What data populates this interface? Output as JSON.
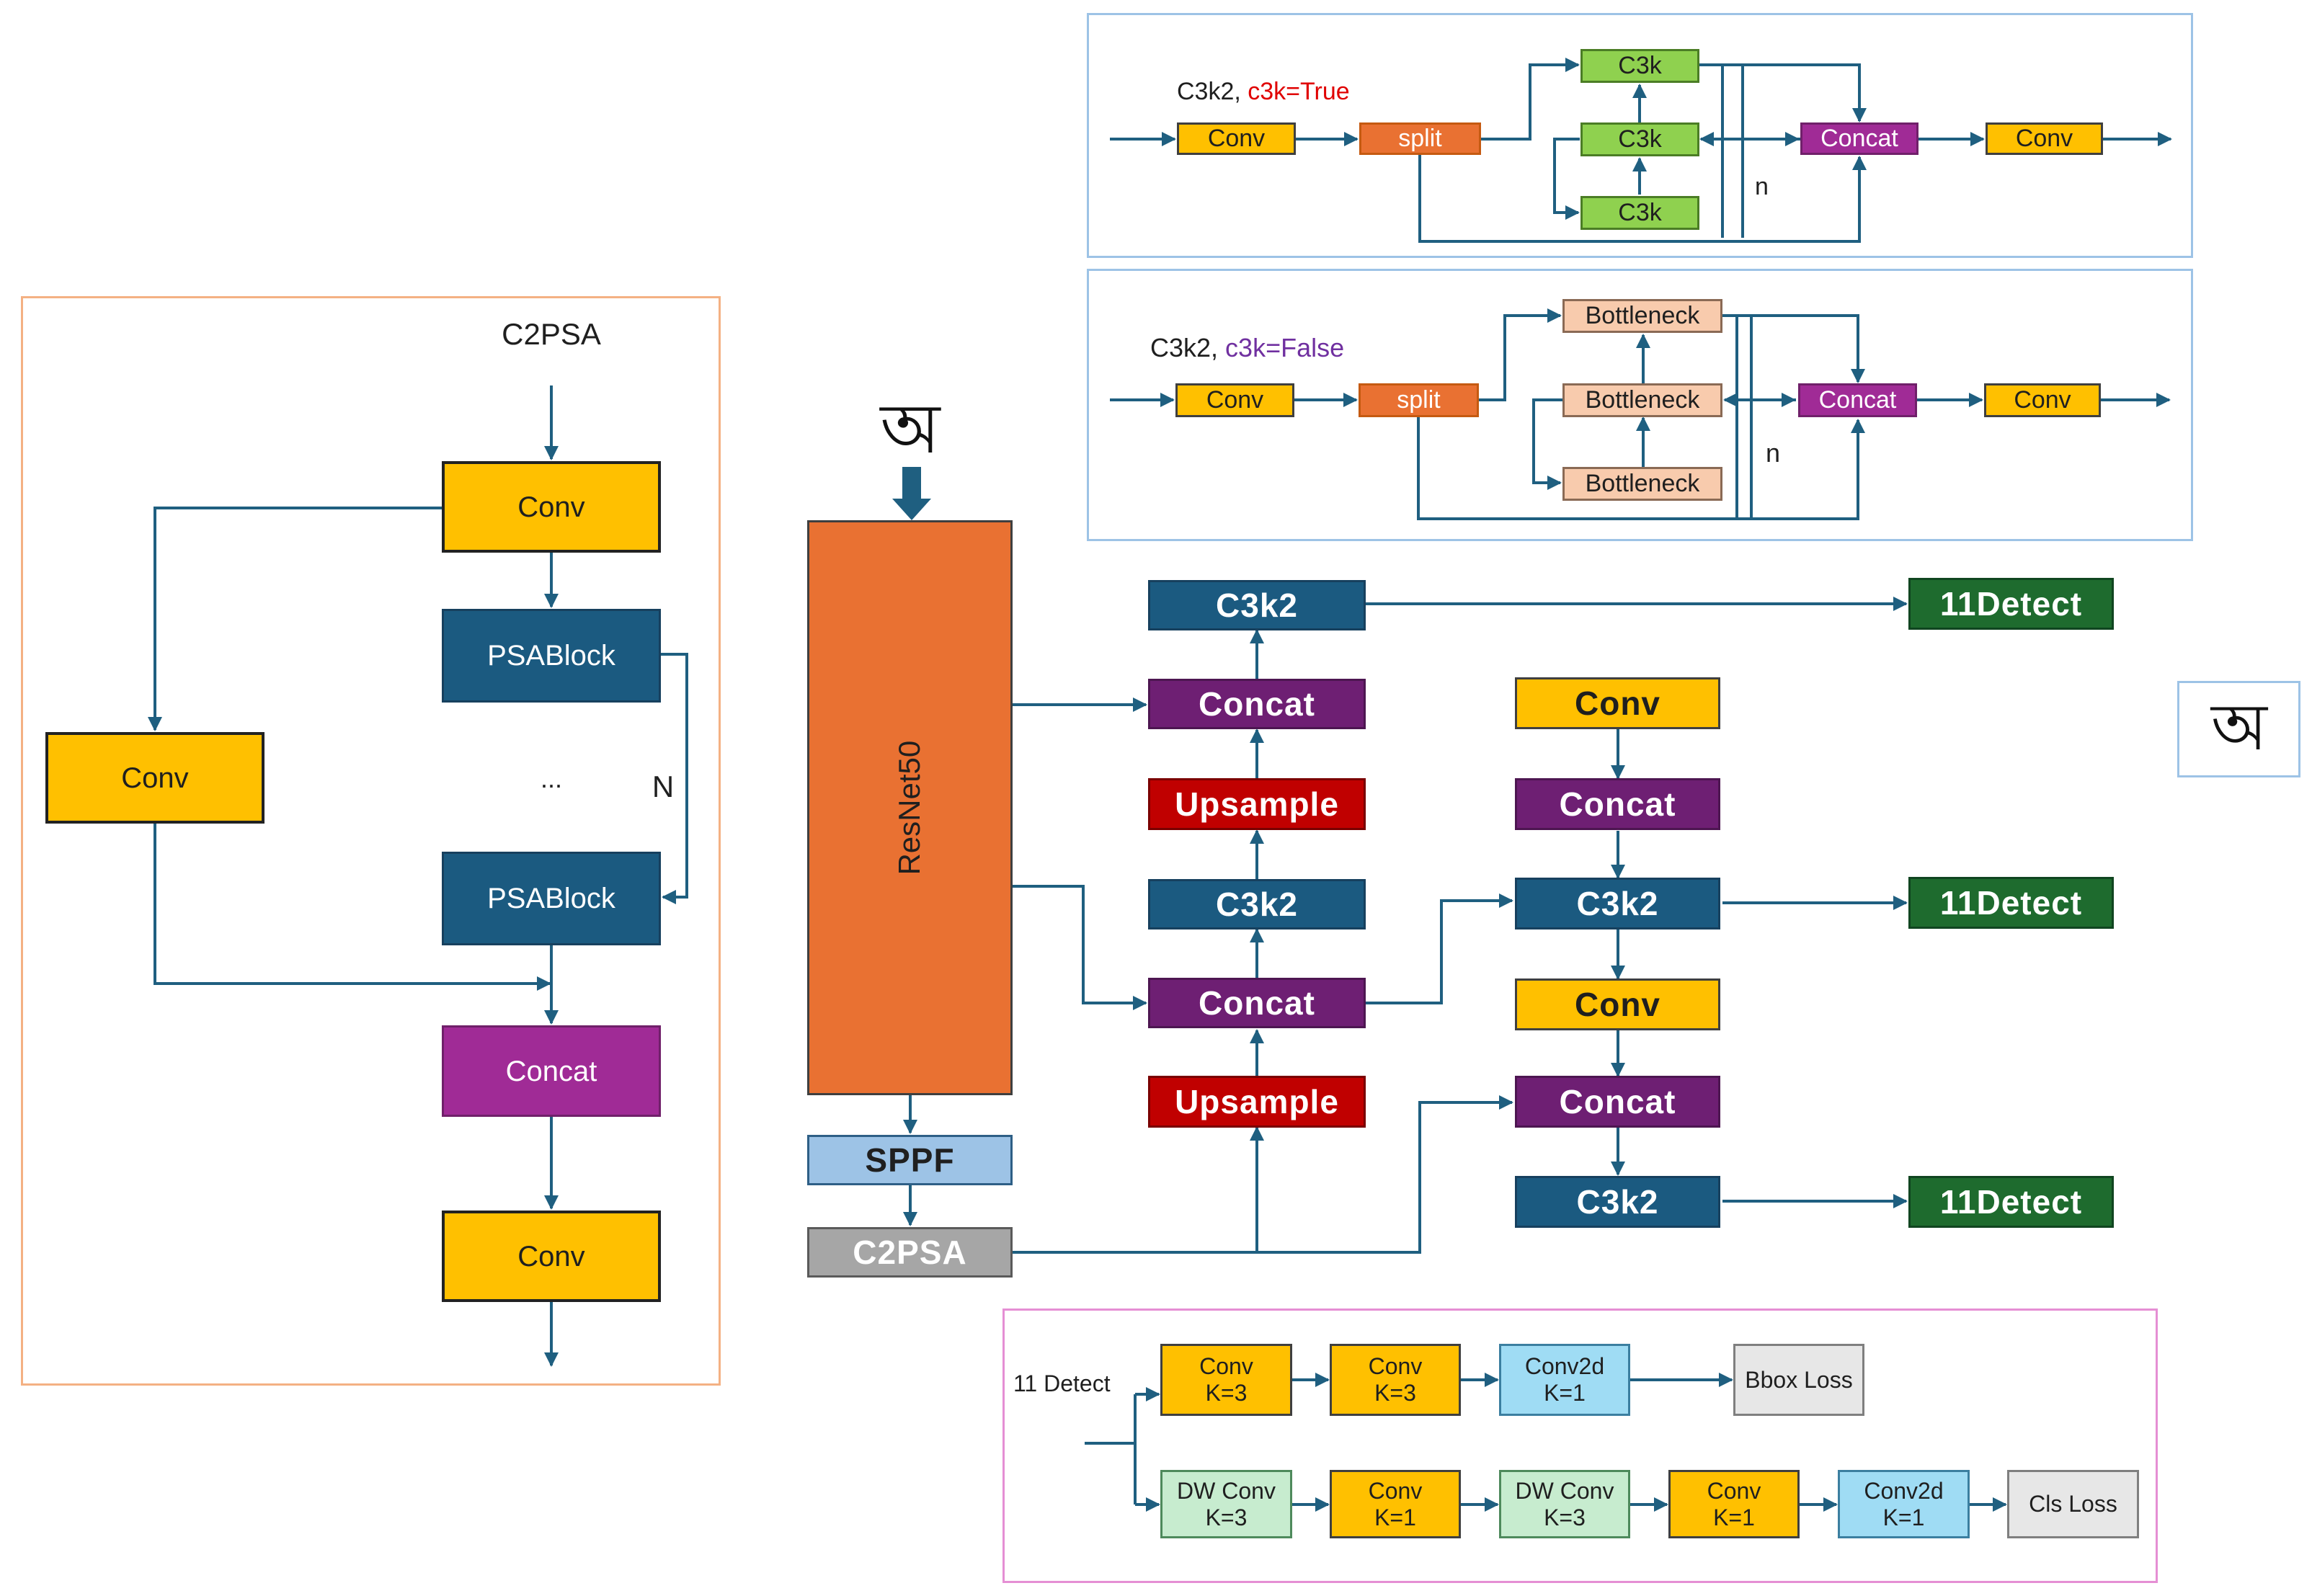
{
  "colors": {
    "conv": "#ffc000",
    "c3k2": "#1b5a80",
    "concat_main": "#6e1f73",
    "concat_small": "#a02b96",
    "upsample": "#c00000",
    "detect": "#1e6b2e",
    "resnet": "#e97132",
    "split": "#e97132",
    "c3k": "#8fd14f",
    "bottleneck": "#f8cbad",
    "sppf": "#9dc3e6",
    "c2psa": "#a6a6a6",
    "loss": "#e7e7e7",
    "conv2d": "#9fdcf4",
    "dwconv": "#c7eccf",
    "wire": "#1f5f80",
    "panel_c2psa_border": "#f4b183",
    "panel_c3k2_border": "#9dc3e6",
    "panel_detect_border": "#e58fd4",
    "true_text": "#e00000",
    "false_text": "#7030a0"
  },
  "input_glyph": "অ",
  "output_glyph": "অ",
  "c2psa_panel": {
    "title": "C2PSA",
    "conv_top": "Conv",
    "psa_block_1": "PSABlock",
    "ellipsis": "...",
    "repeat_label": "N",
    "psa_block_2": "PSABlock",
    "side_conv": "Conv",
    "concat": "Concat",
    "conv_bottom": "Conv"
  },
  "c3k2_true_panel": {
    "title_prefix": "C3k2, ",
    "title_flag": "c3k=True",
    "conv_in": "Conv",
    "split": "split",
    "c3k_top": "C3k",
    "c3k_mid": "C3k",
    "c3k_bot": "C3k",
    "repeat_label": "n",
    "concat": "Concat",
    "conv_out": "Conv"
  },
  "c3k2_false_panel": {
    "title_prefix": "C3k2, ",
    "title_flag": "c3k=False",
    "conv_in": "Conv",
    "split": "split",
    "bottleneck_top": "Bottleneck",
    "bottleneck_mid": "Bottleneck",
    "bottleneck_bot": "Bottleneck",
    "repeat_label": "n",
    "concat": "Concat",
    "conv_out": "Conv"
  },
  "main": {
    "backbone": "ResNet50",
    "sppf": "SPPF",
    "c2psa": "C2PSA",
    "col1": {
      "c3k2_top": "C3k2",
      "concat_top": "Concat",
      "upsample_top": "Upsample",
      "c3k2_mid": "C3k2",
      "concat_mid": "Concat",
      "upsample_bot": "Upsample"
    },
    "col2": {
      "conv_top": "Conv",
      "concat_top": "Concat",
      "c3k2_mid": "C3k2",
      "conv_mid": "Conv",
      "concat_bot": "Concat",
      "c3k2_bot": "C3k2"
    },
    "detect_1": "11Detect",
    "detect_2": "11Detect",
    "detect_3": "11Detect"
  },
  "detect_panel": {
    "input_label": "11 Detect",
    "row1": {
      "b1": "Conv\nK=3",
      "b2": "Conv\nK=3",
      "b3": "Conv2d\nK=1",
      "loss": "Bbox Loss"
    },
    "row2": {
      "b1": "DW Conv\nK=3",
      "b2": "Conv\nK=1",
      "b3": "DW Conv\nK=3",
      "b4": "Conv\nK=1",
      "b5": "Conv2d\nK=1",
      "loss": "Cls Loss"
    }
  }
}
